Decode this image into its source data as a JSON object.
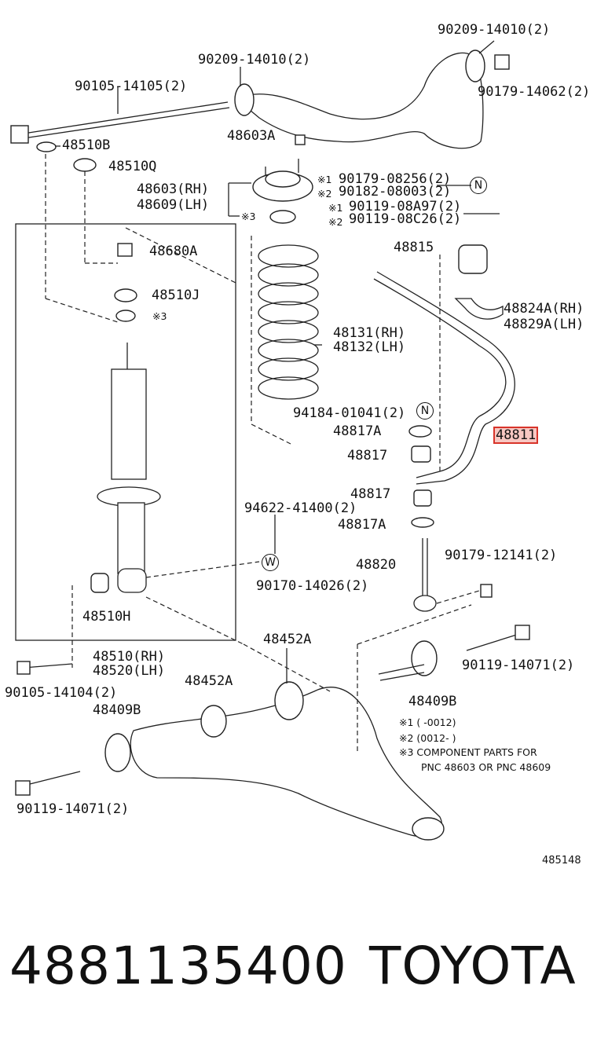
{
  "labels": {
    "l90209_a": "90209-14010(2)",
    "l90209_b": "90209-14010(2)",
    "l90105_a": "90105-14105(2)",
    "l90179_14062": "90179-14062(2)",
    "l48510B": "48510B",
    "l48603A": "48603A",
    "l48510Q": "48510Q",
    "l48603": "48603(RH)",
    "l48609": "48609(LH)",
    "l90179_08256": "90179-08256(2)",
    "l90182": "90182-08003(2)",
    "l90119_08A97": "90119-08A97(2)",
    "l90119_08C26": "90119-08C26(2)",
    "l48680A": "48680A",
    "l48815": "48815",
    "l48510J": "48510J",
    "l48824A": "48824A(RH)",
    "l48829A": "48829A(LH)",
    "l48131": "48131(RH)",
    "l48132": "48132(LH)",
    "l94184": "94184-01041(2)",
    "l48817A_a": "48817A",
    "l48811": "48811",
    "l48817_a": "48817",
    "l94622": "94622-41400(2)",
    "l48817_b": "48817",
    "l48817A_b": "48817A",
    "l90179_12141": "90179-12141(2)",
    "l48820": "48820",
    "l90170": "90170-14026(2)",
    "l48510H": "48510H",
    "l48452A_a": "48452A",
    "l90119_14071_a": "90119-14071(2)",
    "l48510": "48510(RH)",
    "l48520": "48520(LH)",
    "l48452A_b": "48452A",
    "l90105_b": "90105-14104(2)",
    "l48409B_a": "48409B",
    "l48409B_b": "48409B",
    "l90119_14071_b": "90119-14071(2)"
  },
  "markers": {
    "m1": "※1",
    "m2": "※2",
    "m3": "※3",
    "m1b": "※1",
    "m2b": "※2",
    "m3b": "※3"
  },
  "symbols": {
    "N1": "N",
    "N2": "N",
    "W": "W"
  },
  "notes": [
    "※1 (      -0012)",
    "※2 (0012-      )",
    "※3 COMPONENT PARTS FOR",
    "PNC 48603 OR PNC 48609"
  ],
  "ref_number": "485148",
  "footer": {
    "part_number": "4881135400",
    "brand": "TOYOTA"
  },
  "highlight_color": "#d8342a"
}
